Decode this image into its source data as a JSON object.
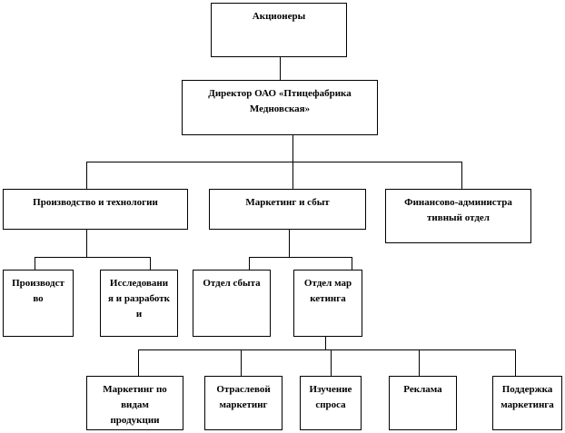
{
  "nodes": {
    "shareholders": "Акционеры",
    "director": "Директор ОАО «Птицефабрика Медновская»",
    "production_tech": "Производство и технологии",
    "marketing_sales": "Маркетинг и сбыт",
    "finance_admin": "Финансово-административный отдел",
    "production": "Производство",
    "research": "Исследования и разработки",
    "sales_dept": "Отдел сбыта",
    "marketing_dept": "Отдел маркетинга",
    "product_marketing": "Маркетинг по видам продукции",
    "industry_marketing": "Отраслевой маркетинг",
    "demand_research": "Изучение спроса",
    "advertising": "Реклама",
    "marketing_support": "Поддержка маркетинга"
  }
}
